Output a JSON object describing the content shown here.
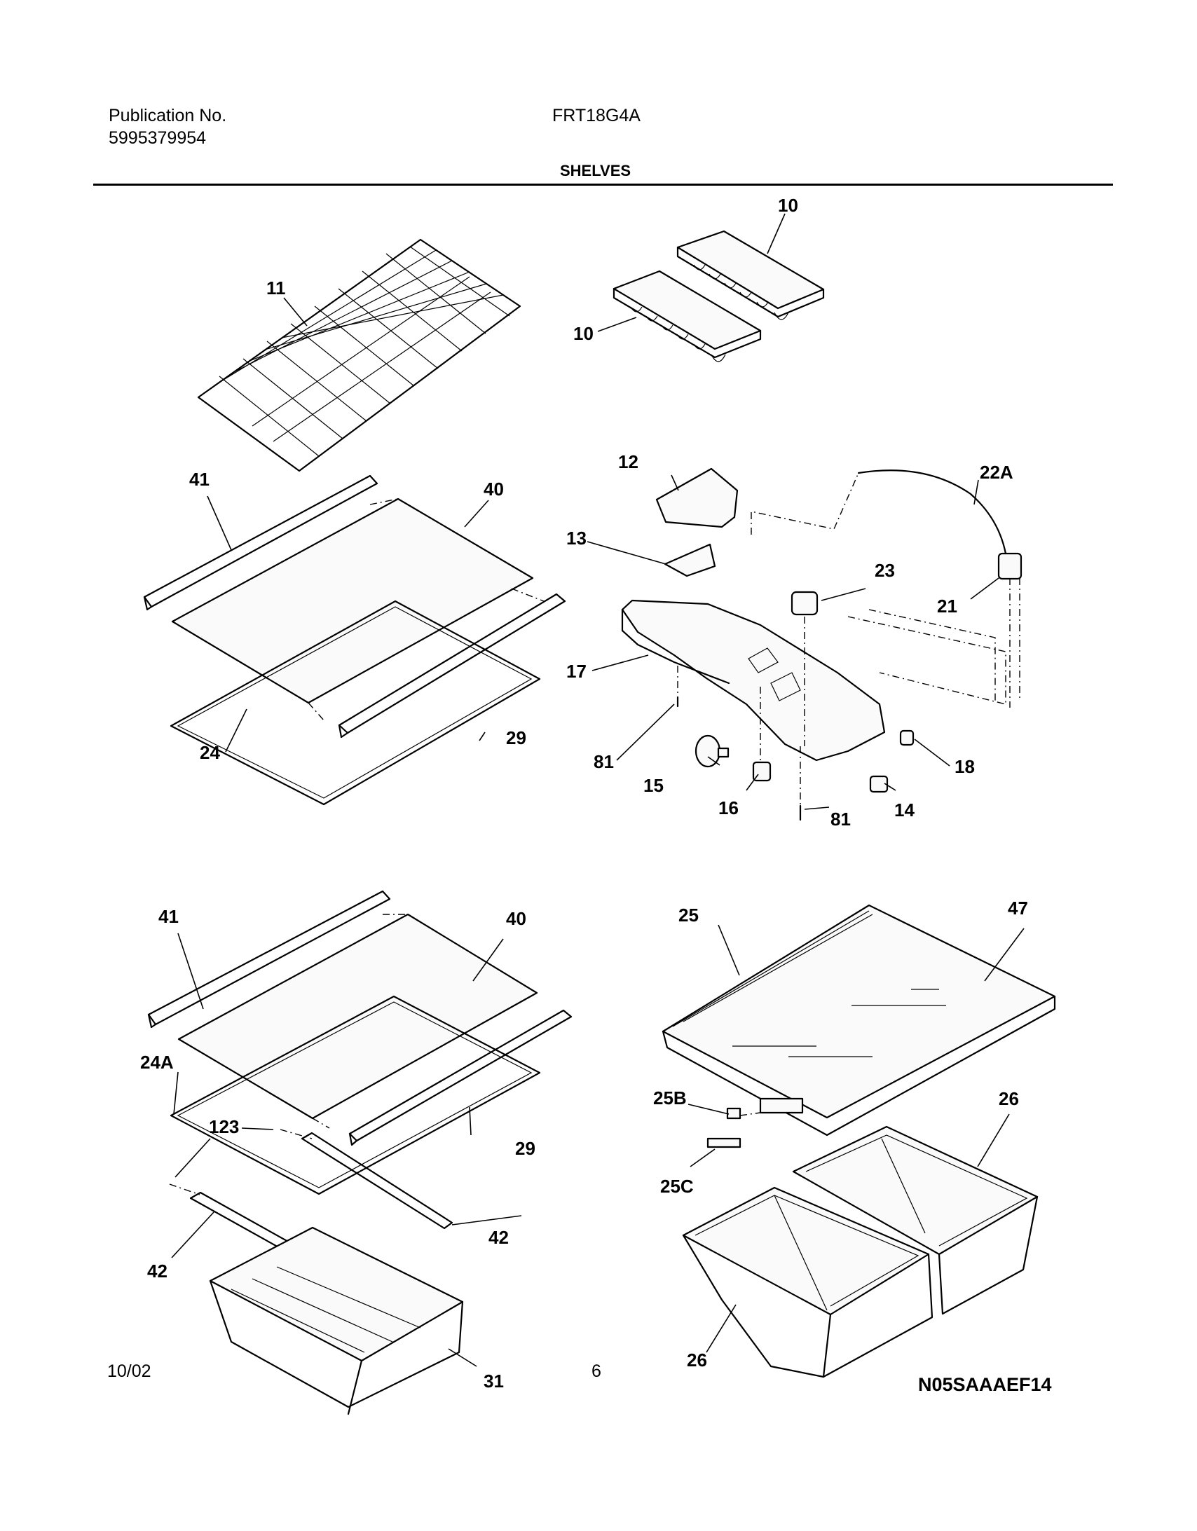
{
  "header": {
    "publication_label": "Publication No.",
    "publication_number": "5995379954",
    "model": "FRT18G4A",
    "section_title": "SHELVES"
  },
  "footer": {
    "date": "10/02",
    "page_number": "6"
  },
  "diagram_code": "N05SAAAEF14",
  "callouts": {
    "shelf_wire": "11",
    "ice_tray_upper": "10",
    "ice_tray_lower": "10",
    "trim_rear_top": "41",
    "glass_top": "40",
    "trim_front_top": "29",
    "frame_top": "24",
    "bin_12": "12",
    "baffle_13": "13",
    "wire_22a": "22A",
    "control_23": "23",
    "housing_21": "21",
    "housing_17": "17",
    "screw_81_left": "81",
    "switch_18": "18",
    "bulb_15": "15",
    "socket_16": "16",
    "screw_81_bottom": "81",
    "switch_14": "14",
    "trim_rear_lower": "41",
    "glass_lower": "40",
    "cover_25": "25",
    "glass_47": "47",
    "frame_24a": "24A",
    "screw_123": "123",
    "trim_front_lower": "29",
    "slide_42_right": "42",
    "slide_42_left": "42",
    "pan_31": "31",
    "part_25b": "25B",
    "part_25c": "25C",
    "crisper_26_right": "26",
    "crisper_26_left": "26"
  }
}
